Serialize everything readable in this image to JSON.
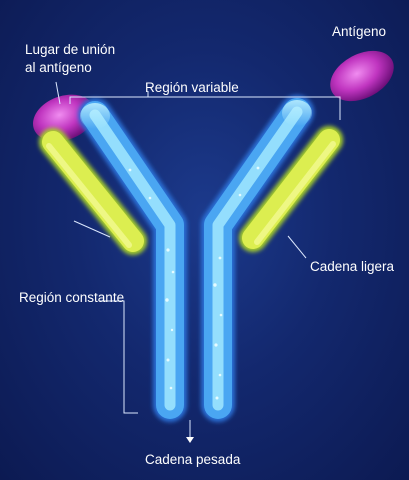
{
  "labels": {
    "binding_site": "Lugar de unión\nal antígeno",
    "antigen": "Antígeno",
    "variable_region": "Región variable",
    "light_chain": "Cadena ligera",
    "constant_region": "Región constante",
    "heavy_chain": "Cadena pesada"
  },
  "colors": {
    "background": "#13286e",
    "heavy_chain": "#4aa6f2",
    "light_chain": "#dcee50",
    "antigen": "#c035c0",
    "label_text": "#ffffff"
  }
}
